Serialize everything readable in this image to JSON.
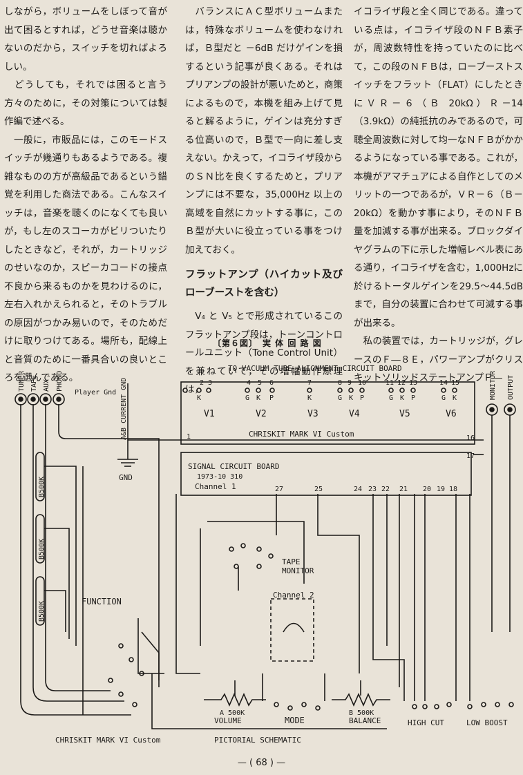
{
  "columns": {
    "col1": {
      "paragraphs": [
        "しながら，ボリュームをしぼって音が出て困るとすれば，どうせ音楽は聴かないのだから，スイッチを切ればよろしい。",
        "　どうしても，それでは困ると言う方々のために，その対策については製作編で述べる。",
        "　一般に，市販品には，このモードスイッチが幾通りもあるようである。複雑なものの方が高級品であるという錯覚を利用した商法である。こんなスイッチは，音楽を聴くのになくても良いが，もし左のスコーカがビリついたりしたときなど，それが，カートリッジのせいなのか，スピーカコードの接点不良から来るものかを見わけるのに，左右入れかえられると，そのトラブルの原因がつかみ易いので，そのためだけに取りつけてある。場所も，配線上と音質のために一番具合いの良いところを選んである。"
      ]
    },
    "col2": {
      "para1": "　バランスにＡＣ型ボリュームまたは，特殊なボリュームを使わなければ，Ｂ型だと －6dB だけゲインを損するという記事が良くある。それはプリアンプの設計が悪いためと，商策によるもので，本機を組み上げて見ると解るように，ゲインは充分すぎる位高いので，Ｂ型で一向に差し支えない。かえって，イコライザ段からのＳＮ比を良くするためと，プリアンプには不要な，35,000Hz 以上の高域を自然にカットする事に，このＢ型が大いに役立っている事をつけ加えておく。",
      "heading": "フラットアンプ（ハイカット及びローブーストを含む）",
      "para2": "　V₄ と V₅ とで形成されているこのフラットアンプ段は，トーンコントロールユニット（Tone Control Unit）を兼ねていて，その増幅動作原理は，"
    },
    "col3": {
      "para1": "イコライザ段と全く同じである。違っている点は，イコライザ段のＮＦＢ素子が，周波数特性を持っていたのに比べて，この段のＮＦＢは，ローブーストスイッチをフラット（FLAT）にしたときにＶＲ－６（Ｂ 20kΩ）Ｒ－14（3.9kΩ）の純抵抗のみであるので，可聴全周波数に対して均一なＮＦＢがかかるようになっている事である。これが，本機がアマチュアによる自作としてのメリットの一つであるが，ＶＲ－６（Ｂ－20kΩ）を動かす事により，そのＮＦＢ量を加減する事が出来る。ブロックダイヤグラムの下に示した増幅レベル表にある通り，イコライザを含む，1,000Hzに於けるトータルゲインを29.5～44.5dB まで，自分の装置に合わせて可減する事が出来る。",
      "para2": "　私の装置では，カートリッジが，グレースのＦ―８Ｅ，パワーアンプがクリスキットソリッドステートアンプＰ―"
    }
  },
  "figure": {
    "title": "〔第６図〕　実 体 回 路 図",
    "schematic": {
      "top_label": "TO VACUUM TUBE ALIGNMENT CIRCUIT BOARD",
      "inputs": [
        "TUNER",
        "TAPE",
        "AUX",
        "PHONO"
      ],
      "player_gnd": "Player Gnd",
      "ab_current_gnd": "A&B CURRENT GND",
      "gnd": "GND",
      "tube_pins": [
        "3",
        "4",
        "5",
        "6",
        "7",
        "8",
        "9",
        "10",
        "11",
        "12",
        "13",
        "14",
        "15"
      ],
      "pin_2": "2",
      "pin_letters": [
        "K",
        "G",
        "K",
        "P",
        "K",
        "G",
        "K",
        "P",
        "G",
        "K",
        "P",
        "G",
        "K"
      ],
      "tubes": [
        "V1",
        "V2",
        "V3",
        "V4",
        "V5",
        "V6"
      ],
      "main_board": "CHRISKIT MARK VI   Custom",
      "signal_board": "SIGNAL CIRCUIT BOARD",
      "signal_board_date": "1973-10 310",
      "channel1": "Channel 1",
      "board_pins": [
        "27",
        "25",
        "24",
        "23",
        "22",
        "21",
        "20",
        "19",
        "18"
      ],
      "pin_1": "1",
      "pin_16": "16",
      "pin_17": "17",
      "pot_labels": [
        "B500K",
        "B500K",
        "B500K"
      ],
      "function": "FUNCTION",
      "tape_monitor": "TAPE\nMONITOR",
      "channel2": "Channel 2",
      "volume_label": "A 500K\nVOLUME",
      "mode": "MODE",
      "balance_label": "B 500K\nBALANCE",
      "high_cut": "HIGH CUT",
      "low_boost": "LOW  BOOST",
      "monitor": "MONITOR",
      "output": "OUTPUT",
      "footer_left": "CHRISKIT MARK VI    Custom",
      "footer_center": "PICTORIAL SCHEMATIC"
    }
  },
  "page_number": "— ( 68 ) —"
}
